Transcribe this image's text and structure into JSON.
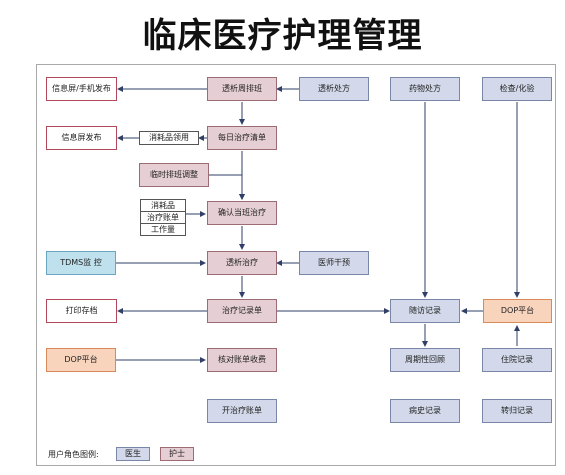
{
  "title": "临床医疗护理管理",
  "nodes": {
    "info_phone": "信息屏/手机发布",
    "dialysis_schedule": "透析周排班",
    "dialysis_rx": "透析处方",
    "drug_rx": "药物处方",
    "exam_lab": "检查/化验",
    "info_screen": "信息屏发布",
    "consumables_use": "消耗品领用",
    "daily_list": "每日治疗清单",
    "temp_schedule": "临时排班调整",
    "consumables": "消耗品",
    "treatment_bill": "治疗账单",
    "workload": "工作量",
    "confirm_shift": "确认当班治疗",
    "tdms": "TDMS监 控",
    "dialysis_treat": "透析治疗",
    "doctor_intervene": "医师干预",
    "print_archive": "打印存档",
    "treat_record": "治疗记录单",
    "followup": "随访记录",
    "dop1": "DOP平台",
    "dop2": "DOP平台",
    "check_bill": "核对账单收费",
    "periodic": "周期性回顾",
    "hospital": "住院记录",
    "open_bill": "开治疗账单",
    "history": "病史记录",
    "transfer": "转归记录"
  },
  "legend": {
    "label": "用户角色图例:",
    "doctor": "医生",
    "nurse": "护士"
  }
}
